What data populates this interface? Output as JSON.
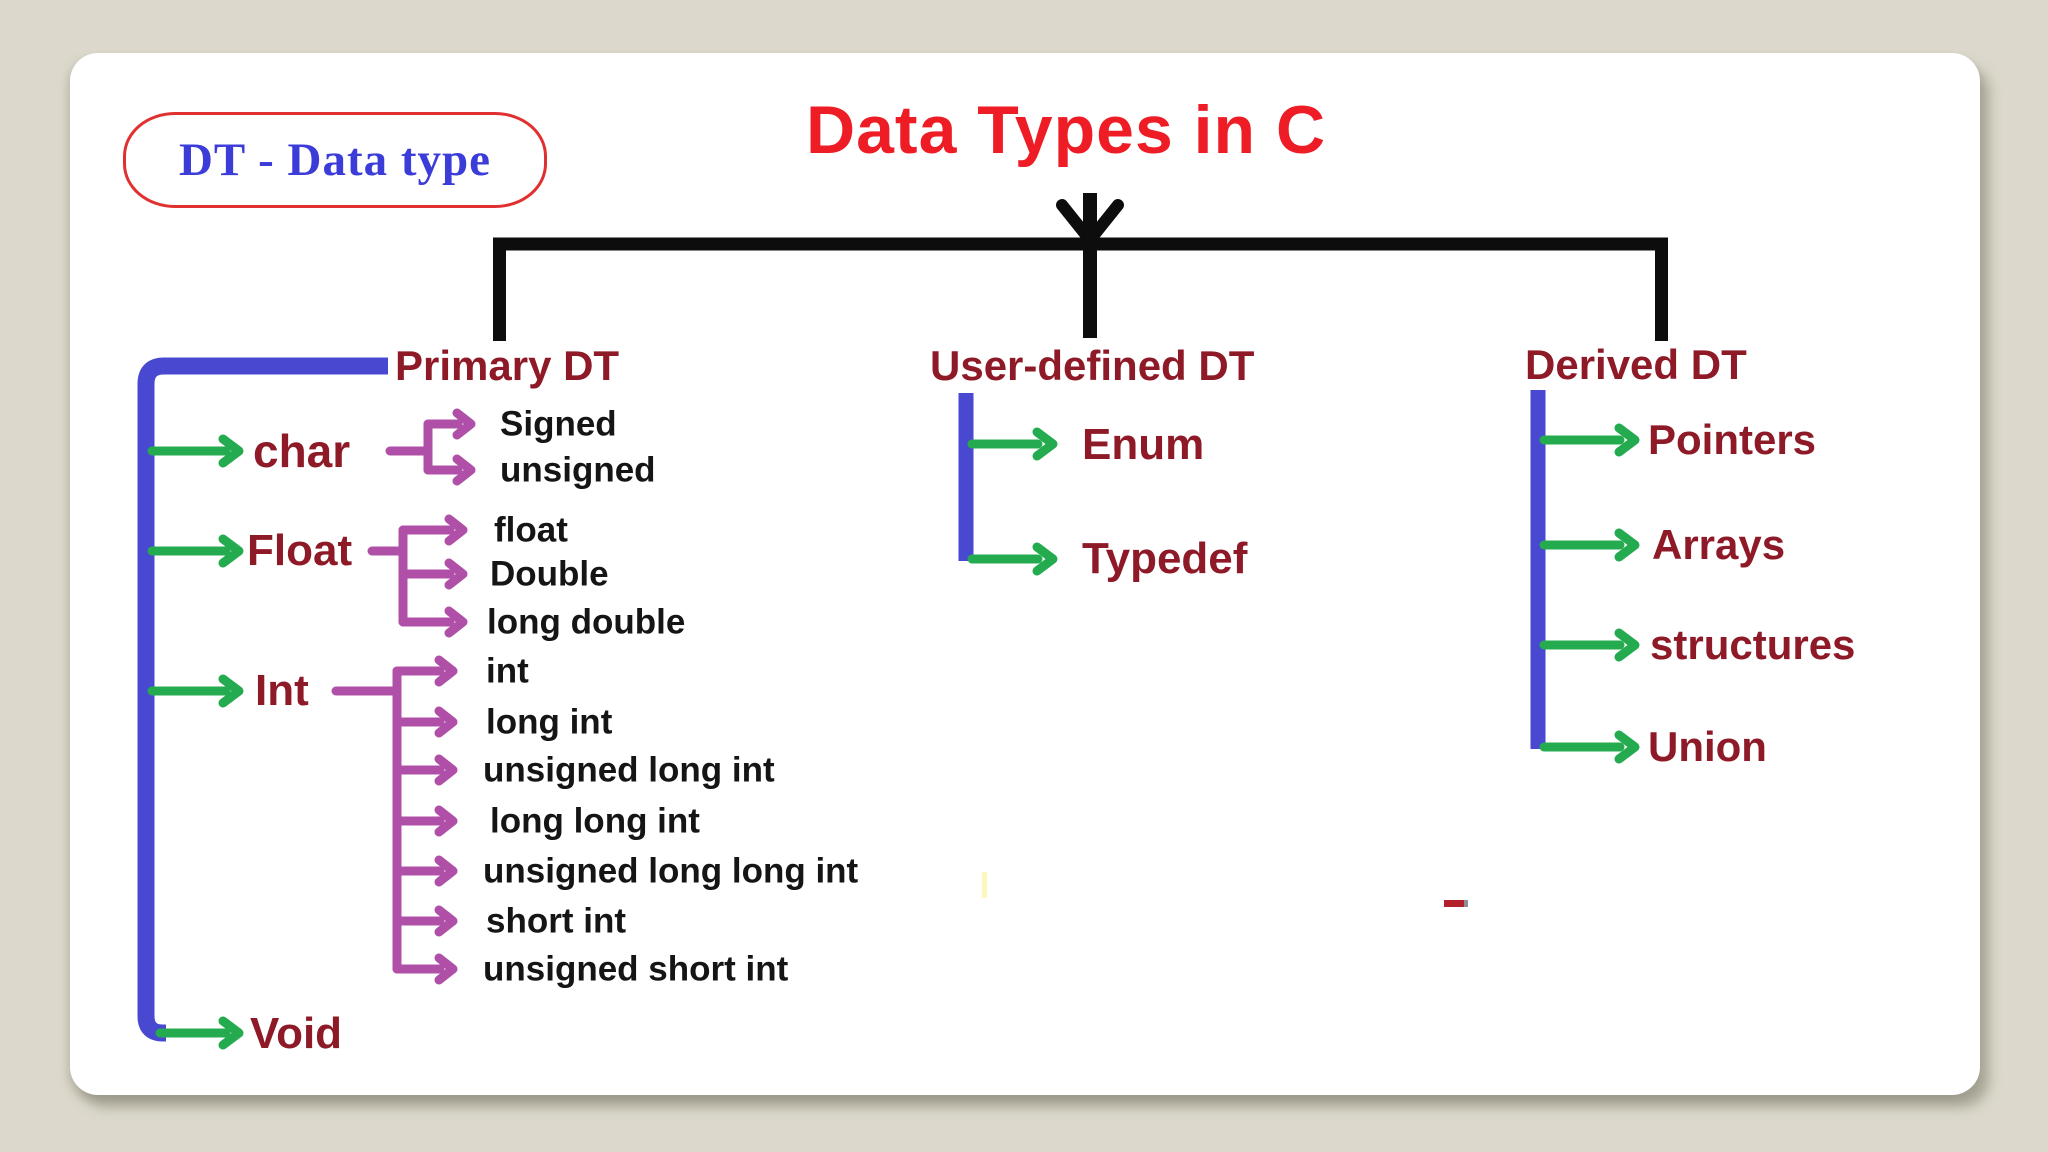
{
  "legend": {
    "label": "DT - Data type"
  },
  "title": {
    "label": "Data Types in C"
  },
  "colors": {
    "background": "#dcd9cc",
    "card": "#ffffff",
    "title_red": "#ee1c25",
    "legend_border_red": "#e13030",
    "legend_text_blue": "#3c3cd8",
    "branch_maroon": "#8e1a28",
    "sub_item_black": "#151515",
    "spine_blue": "#4848d0",
    "arrow_green": "#25ab4f",
    "arrow_purple": "#b04fa8",
    "tree_black": "#0d0d0d"
  },
  "tree": {
    "branches": [
      {
        "label": "Primary DT",
        "children": [
          {
            "label": "char",
            "sub": [
              "Signed",
              "unsigned"
            ]
          },
          {
            "label": "Float",
            "sub": [
              "float",
              "Double",
              "long double"
            ]
          },
          {
            "label": "Int",
            "sub": [
              "int",
              "long int",
              "unsigned long int",
              "long long int",
              "unsigned long long int",
              "short int",
              "unsigned short int"
            ]
          },
          {
            "label": "Void",
            "sub": []
          }
        ]
      },
      {
        "label": "User-defined DT",
        "children": [
          {
            "label": "Enum",
            "sub": []
          },
          {
            "label": "Typedef",
            "sub": []
          }
        ]
      },
      {
        "label": "Derived DT",
        "children": [
          {
            "label": "Pointers",
            "sub": []
          },
          {
            "label": "Arrays",
            "sub": []
          },
          {
            "label": "structures",
            "sub": []
          },
          {
            "label": "Union",
            "sub": []
          }
        ]
      }
    ]
  }
}
